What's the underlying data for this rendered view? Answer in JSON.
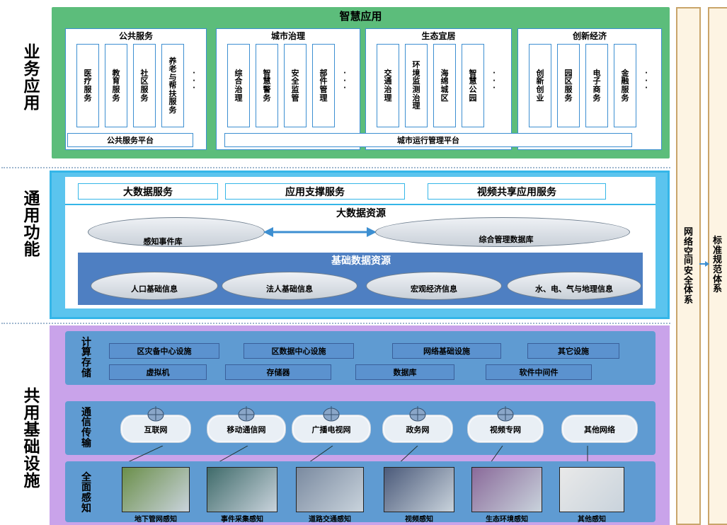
{
  "left_labels": {
    "business": "业务应用",
    "common": "通用功能",
    "infra": "共用基础设施"
  },
  "smart_app": {
    "title": "智慧应用",
    "groups": [
      {
        "title": "公共服务",
        "items": [
          "医疗服务",
          "教育服务",
          "社区服务",
          "养老与帮扶服务"
        ]
      },
      {
        "title": "城市治理",
        "items": [
          "综合治理",
          "智慧警务",
          "安全监管",
          "部件管理"
        ]
      },
      {
        "title": "生态宜居",
        "items": [
          "交通治理",
          "环境监测治理",
          "海绵城区",
          "智慧公园"
        ]
      },
      {
        "title": "创新经济",
        "items": [
          "创新创业",
          "园区服务",
          "电子商务",
          "金融服务"
        ]
      }
    ],
    "platform_public": "公共服务平台",
    "platform_city": "城市运行管理平台"
  },
  "general": {
    "services": [
      "大数据服务",
      "应用支撑服务",
      "视频共享应用服务"
    ],
    "big_data_title": "大数据资源",
    "db_event": "感知事件库",
    "db_mgmt": "综合管理数据库",
    "base_title": "基础数据资源",
    "base_items": [
      "人口基础信息",
      "法人基础信息",
      "宏观经济信息",
      "水、电、气与地理信息"
    ]
  },
  "infra": {
    "compute_label": "计算存储",
    "compute_row1": [
      "区灾备中心设施",
      "区数据中心设施",
      "网络基础设施",
      "其它设施"
    ],
    "compute_row2": [
      "虚拟机",
      "存储器",
      "数据库",
      "软件中间件"
    ],
    "comm_label": "通信传输",
    "networks": [
      "互联网",
      "移动通信网",
      "广播电视网",
      "政务网",
      "视频专网",
      "其他网络"
    ],
    "sense_label": "全面感知",
    "sensing": [
      "地下管网感知",
      "事件采集感知",
      "道路交通感知",
      "视频感知",
      "生态环境感知",
      "其他感知"
    ]
  },
  "right": {
    "security": "网络空间安全体系",
    "standards": "标准规范体系"
  },
  "colors": {
    "green": "#5cbd7b",
    "cyan": "#35b6e8",
    "purple": "#c9a3ea",
    "blue_band": "#5f9bd2",
    "dark_blue": "#4e7fc2",
    "right_col": "#fdf4e3"
  }
}
